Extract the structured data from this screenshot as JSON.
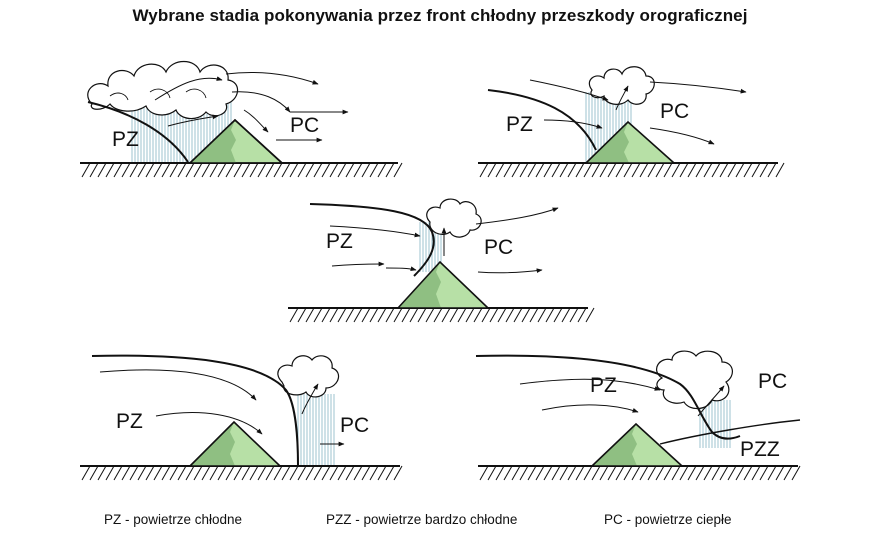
{
  "title": "Wybrane stadia pokonywania przez front chłodny przeszkody orograficznej",
  "panels": [
    {
      "labels": [
        "PZ",
        "PC"
      ]
    },
    {
      "labels": [
        "PZ",
        "PC"
      ]
    },
    {
      "labels": [
        "PZ",
        "PC"
      ]
    },
    {
      "labels": [
        "PZ",
        "PC"
      ]
    },
    {
      "labels": [
        "PZ",
        "PC",
        "PZZ"
      ]
    }
  ],
  "legend": [
    "PZ - powietrze chłodne",
    "PZZ - powietrze bardzo chłodne",
    "PC - powietrze ciepłe"
  ],
  "colors": {
    "mountain_light": "#b7e0a6",
    "mountain_dark": "#8fbf82",
    "rain": "#9ec3cf",
    "line": "#111111"
  }
}
